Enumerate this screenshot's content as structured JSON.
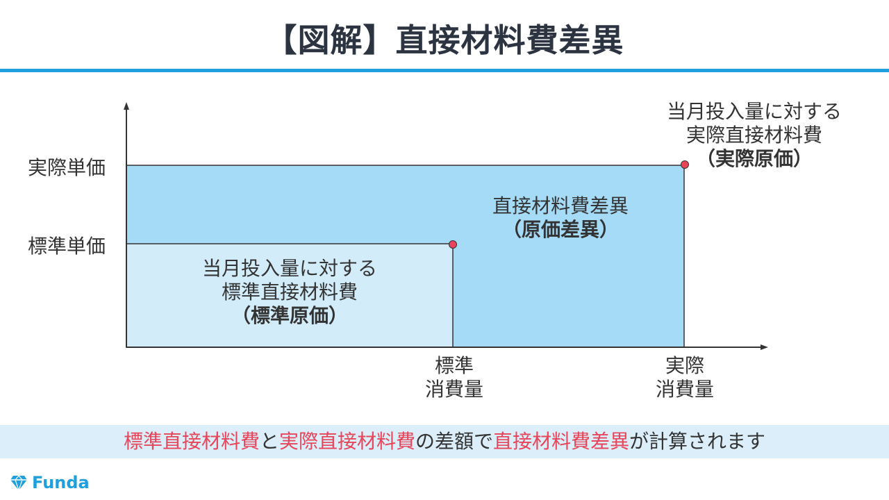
{
  "header": {
    "title": "【図解】直接材料費差異"
  },
  "diagram": {
    "y_labels": {
      "actual_price": "実際単価",
      "standard_price": "標準単価"
    },
    "x_labels": {
      "standard_qty_line1": "標準",
      "standard_qty_line2": "消費量",
      "actual_qty_line1": "実際",
      "actual_qty_line2": "消費量"
    },
    "standard_region": {
      "line1": "当月投入量に対する",
      "line2": "標準直接材料費",
      "line3": "（標準原価）"
    },
    "variance_region": {
      "line1": "直接材料費差異",
      "line2": "（原価差異）"
    },
    "actual_callout": {
      "line1": "当月投入量に対する",
      "line2": "実際直接材料費",
      "line3": "（実際原価）"
    },
    "colors": {
      "standard_fill": "#d3ecfa",
      "actual_fill": "#a6dbf7",
      "marker": "#e8455a",
      "axis": "#333333",
      "title_rule": "#1fa0dc"
    }
  },
  "footer": {
    "p1": "標準直接材料費",
    "p2": "と",
    "p3": "実際直接材料費",
    "p4": "の差額で",
    "p5": "直接材料費差異",
    "p6": "が計算されます"
  },
  "brand": {
    "logo_text": "Funda",
    "icon": "diamond-icon"
  }
}
